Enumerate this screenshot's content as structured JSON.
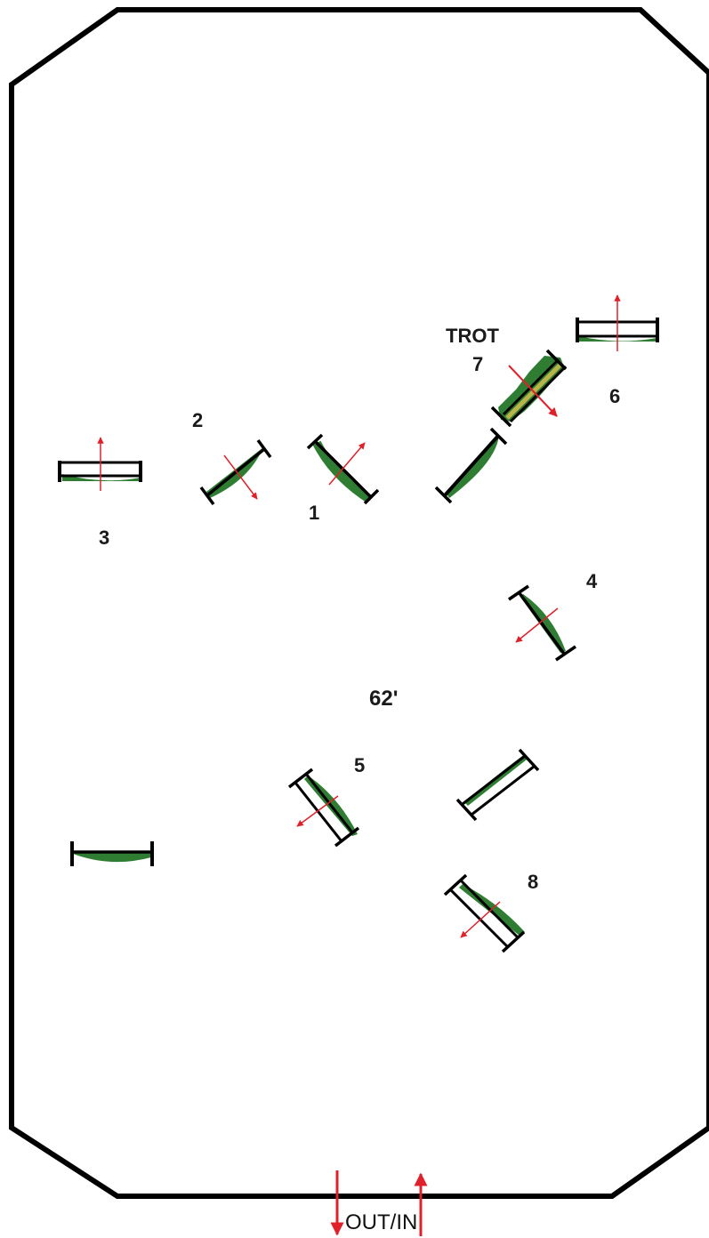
{
  "course": {
    "labels": {
      "fence_1": "1",
      "fence_2": "2",
      "fence_3": "3",
      "fence_4": "4",
      "fence_5": "5",
      "fence_6": "6",
      "fence_7": "7",
      "fence_8": "8",
      "trot": "TROT",
      "distance": "62'",
      "gate": "OUT/IN"
    },
    "colors": {
      "outline": "#000000",
      "foliage": "#2e7d32",
      "direction": "#e0202a",
      "trot_pole": "#b9b34a"
    }
  }
}
